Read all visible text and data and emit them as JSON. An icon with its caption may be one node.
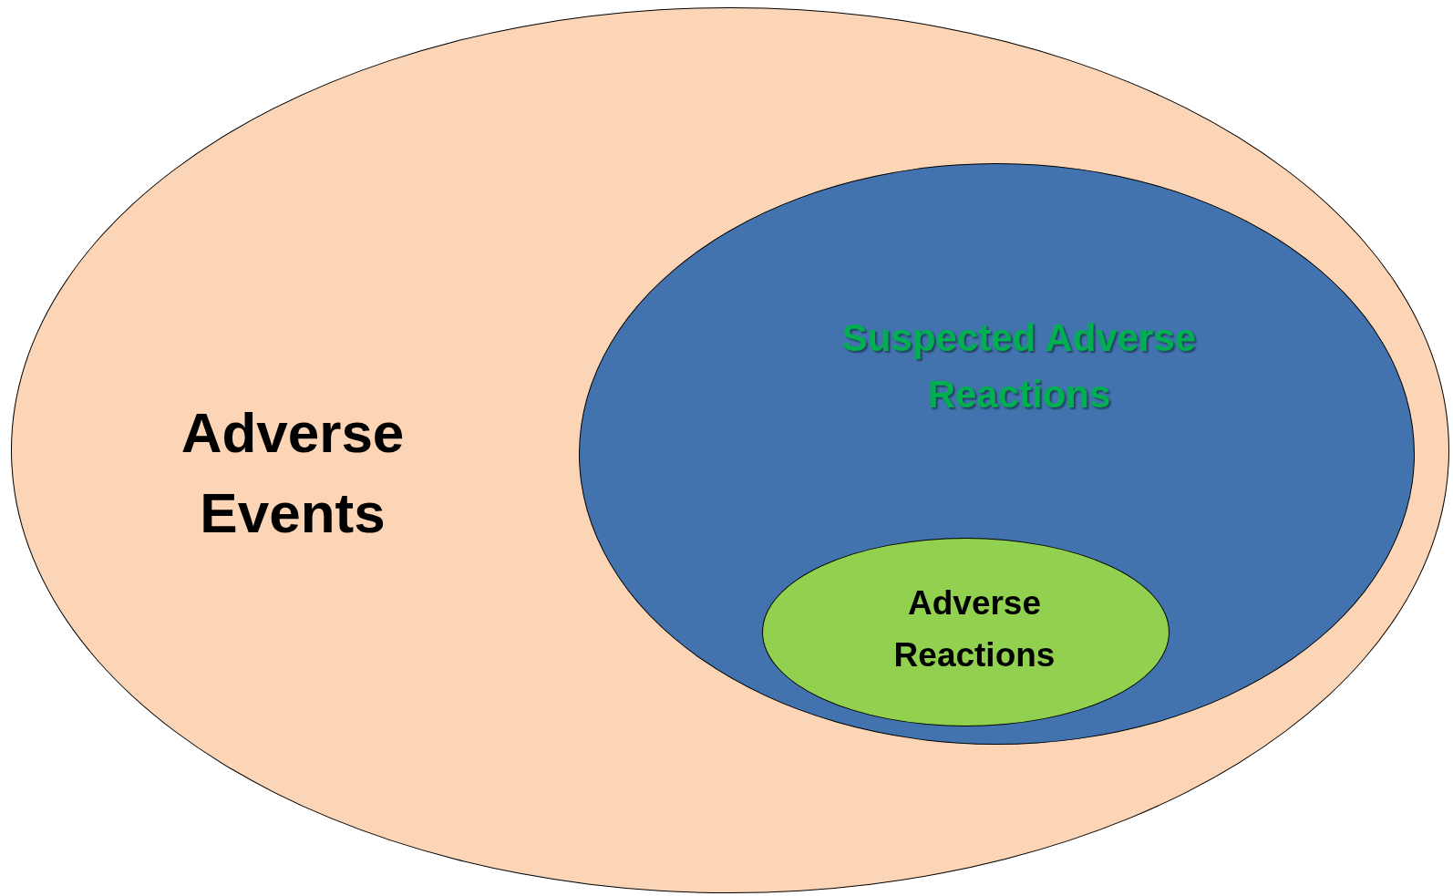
{
  "diagram": {
    "nodes": [
      {
        "text": [
          "Adverse Events"
        ]
      },
      {
        "text": [
          "Suspected Adverse Reactions"
        ],
        "in": 0
      },
      {
        "text": [
          "Adverse Reactions"
        ],
        "in": 1
      }
    ]
  }
}
